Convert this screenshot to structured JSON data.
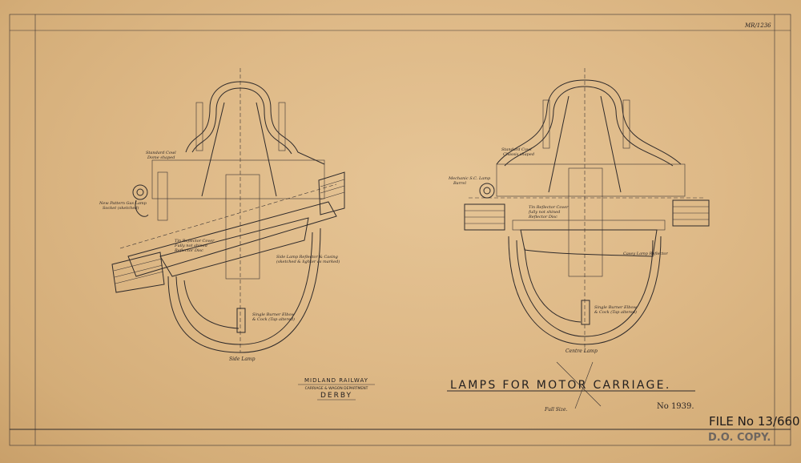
{
  "sheet_ref": "MR/1236",
  "title": "LAMPS FOR MOTOR CARRIAGE.",
  "scale": "Full Size.",
  "drawing_number": "No 1939.",
  "company": {
    "name": "MIDLAND RAILWAY",
    "department": "CARRIAGE & WAGON DEPARTMENT",
    "location": "DERBY"
  },
  "file_number": "FILE No 13/660",
  "copy_stamp": "D.O. COPY.",
  "side_lamp": {
    "caption": "Side Lamp",
    "notes": [
      "Standard Cowl",
      "Dome shaped",
      "New Pattern Gas Lamp",
      "Socket (sketched)",
      "Tin Reflector Cover",
      "Fully not shined",
      "Reflector Disc",
      "Side Lamp Reflector & Casing",
      "(sketched & lighter as marked)",
      "Single Burner Elbow",
      "& Cock (Tap altered)"
    ]
  },
  "centre_lamp": {
    "caption": "Centre Lamp",
    "notes": [
      "Standard Cowl",
      "Chassis shaped",
      "Mechanic S.C. Lamp",
      "Barrel",
      "Tin Reflector Cover",
      "fully not shined",
      "Reflector Disc",
      "Casey Lamp Reflector",
      "Single Burner Elbow",
      "& Cock (Tap altered)"
    ]
  },
  "colors": {
    "paper": "#deb987",
    "ink": "#2f2a2a"
  }
}
